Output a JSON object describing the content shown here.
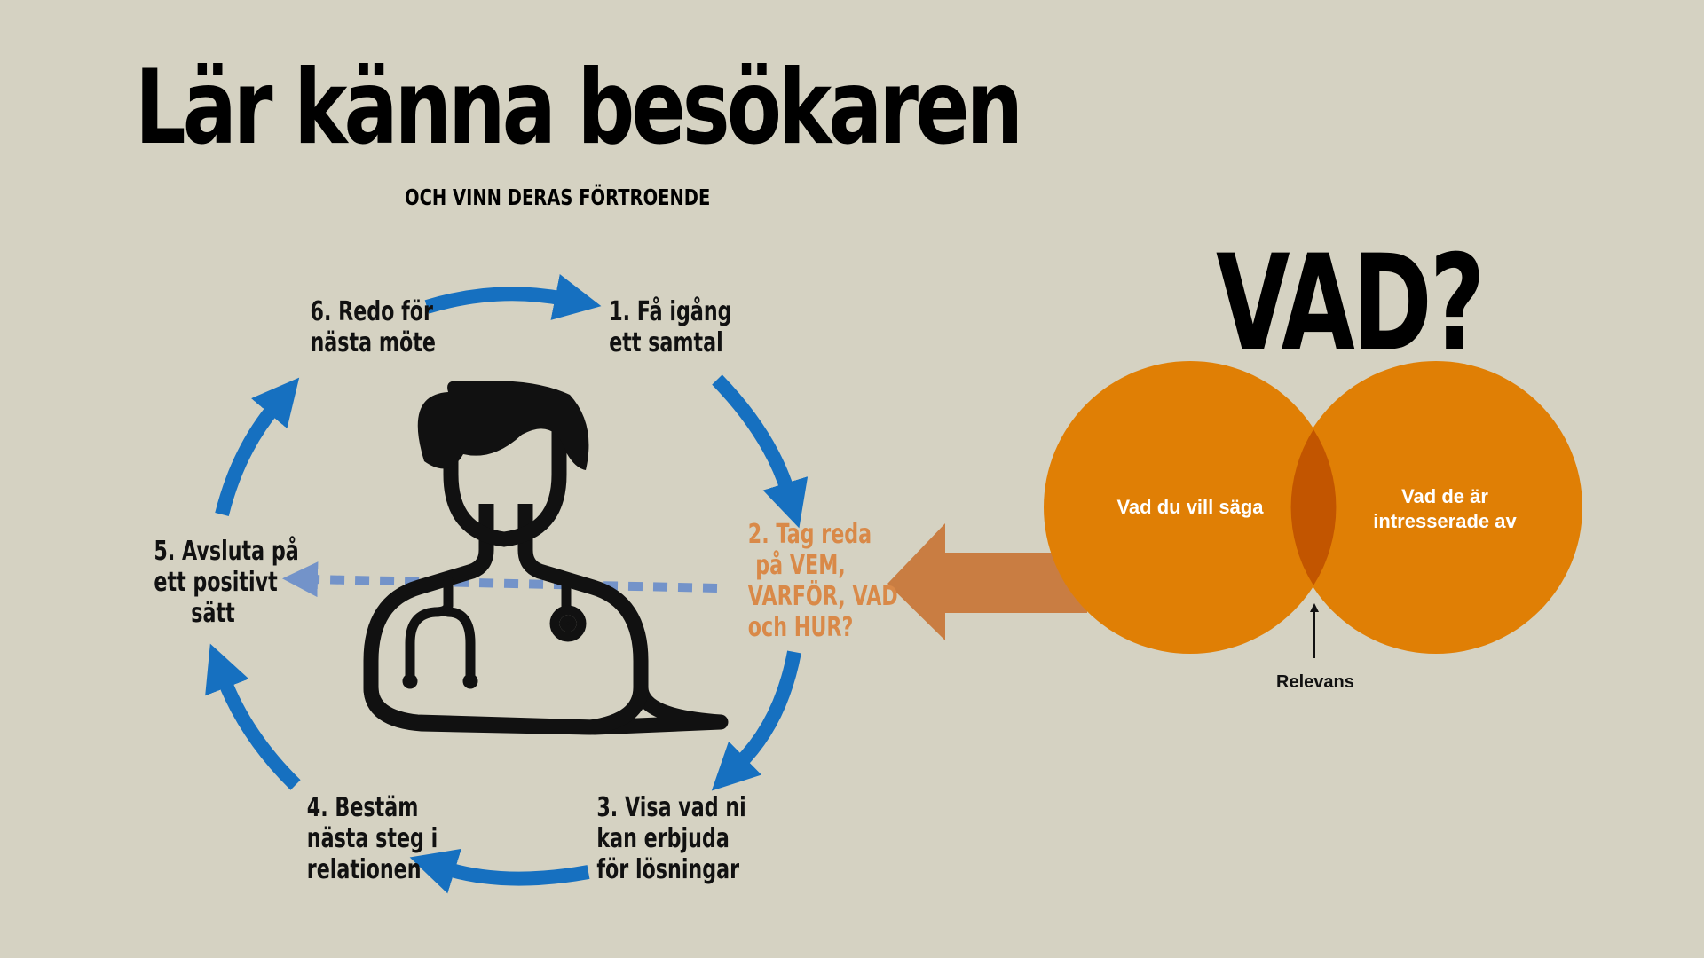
{
  "title": "Lär känna besökaren",
  "subtitle": "OCH VINN DERAS FÖRTROENDE",
  "cycle": {
    "steps": [
      {
        "lines": [
          "1. Få igång",
          "ett samtal"
        ]
      },
      {
        "lines": [
          "2. Tag reda",
          "på VEM,",
          "VARFÖR, VAD",
          "och HUR?"
        ]
      },
      {
        "lines": [
          "3. Visa vad ni",
          "kan erbjuda",
          "för lösningar"
        ]
      },
      {
        "lines": [
          "4. Bestäm",
          "nästa steg i",
          "relationen"
        ]
      },
      {
        "lines": [
          "5. Avsluta på",
          "ett positivt",
          "sätt"
        ]
      },
      {
        "lines": [
          "6. Redo för",
          "nästa möte"
        ]
      }
    ]
  },
  "vad": {
    "heading": "VAD?",
    "left_circle": [
      "Vad du vill säga"
    ],
    "right_circle": [
      "Vad de är",
      "intresserade av"
    ],
    "intersection_label": "Relevans"
  },
  "colors": {
    "background": "#d5d2c2",
    "cycle_arrow": "#1670c0",
    "dotted_arrow": "#7393c9",
    "highlight_text": "#d98948",
    "big_arrow": "#c97d42",
    "venn_fill": "#e07f05",
    "venn_overlap": "#c25500"
  },
  "icons": [
    "doctor-icon",
    "stethoscope-icon"
  ]
}
